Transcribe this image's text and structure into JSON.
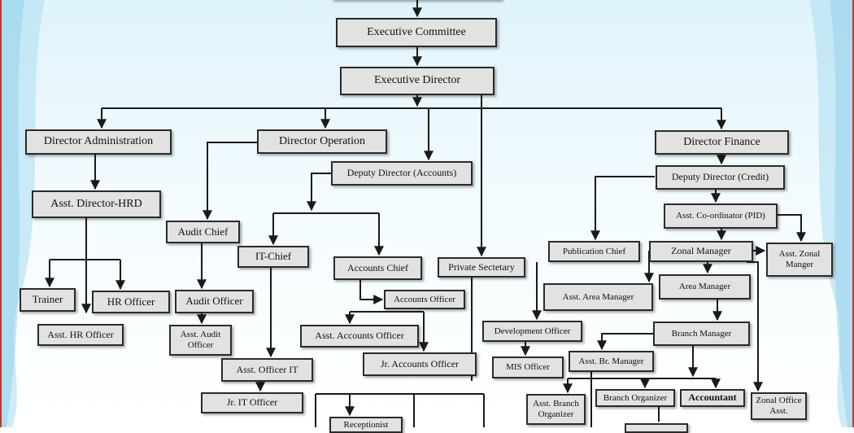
{
  "org_chart": {
    "nodes": {
      "executive_committee": "Executive Committee",
      "executive_director": "Executive Director",
      "director_administration": "Director Administration",
      "director_operation": "Director Operation",
      "director_finance": "Director Finance",
      "asst_director_hrd": "Asst. Director-HRD",
      "trainer": "Trainer",
      "hr_officer": "HR Officer",
      "asst_hr_officer": "Asst. HR Officer",
      "deputy_director_accounts": "Deputy Director (Accounts)",
      "audit_chief": "Audit Chief",
      "audit_officer": "Audit Officer",
      "asst_audit_officer": "Asst. Audit Officer",
      "it_chief": "IT-Chief",
      "asst_officer_it": "Asst. Officer IT",
      "jr_it_officer": "Jr. IT Officer",
      "accounts_chief": "Accounts Chief",
      "accounts_officer": "Accounts Officer",
      "asst_accounts_officer": "Asst. Accounts Officer",
      "jr_accounts_officer": "Jr. Accounts Officer",
      "private_secretary": "Private Sectetary",
      "receptionist": "Receptionist",
      "deputy_director_credit": "Deputy Director (Credit)",
      "asst_coordinator_pid": "Asst. Co-ordinator (PID)",
      "publication_chief": "Publication Chief",
      "zonal_manager": "Zonal Manager",
      "asst_zonal_manager": "Asst. Zonal Manger",
      "asst_area_manager": "Asst. Area Manager",
      "area_manager": "Area Manager",
      "development_officer": "Development Officer",
      "mis_officer": "MIS Officer",
      "branch_manager": "Branch Manager",
      "asst_br_manager": "Asst. Br. Manager",
      "asst_branch_organizer": "Asst. Branch Organizer",
      "branch_organizer": "Branch Organizer",
      "accountant": "Accountant",
      "zonal_office_asst": "Zonal Office Asst."
    }
  }
}
